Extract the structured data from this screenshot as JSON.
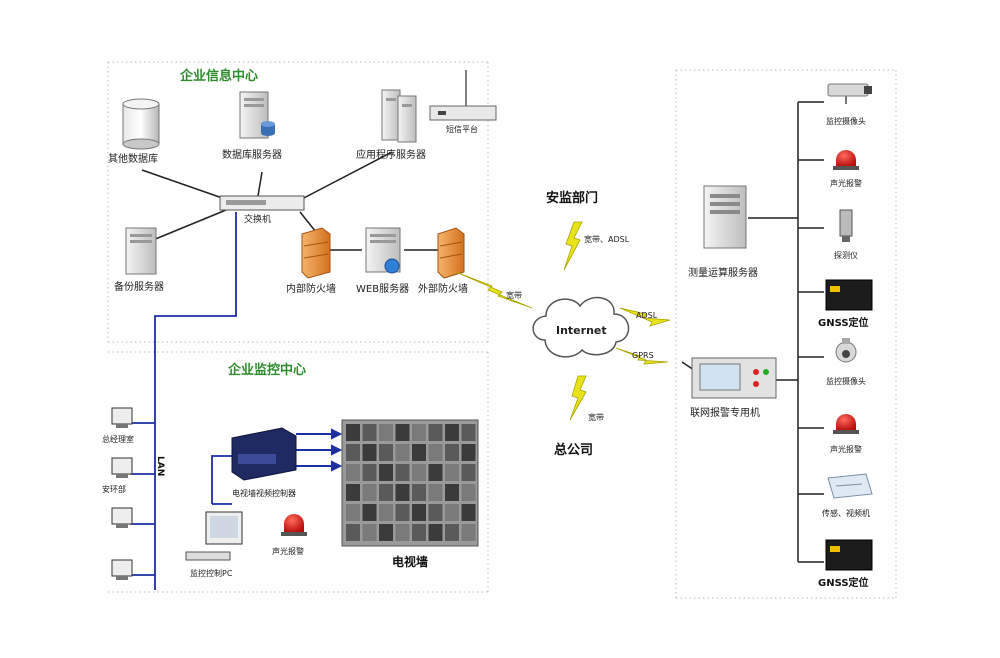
{
  "regions": {
    "info_center": "企业信息中心",
    "monitor_center": "企业监控中心"
  },
  "nodes": {
    "other_db": "其他数据库",
    "db_server": "数据库服务器",
    "app_server": "应用程序服务器",
    "sms_platform": "短信平台",
    "switch": "交换机",
    "backup_server": "备份服务器",
    "inner_firewall": "内部防火墙",
    "web_server": "WEB服务器",
    "outer_firewall": "外部防火墙",
    "internet": "Internet",
    "safety_dept": "安监部门",
    "head_office": "总公司",
    "measure_server": "测量运算服务器",
    "alarm_pc": "联网报警专用机",
    "tv_controller": "电视墙视频控制器",
    "tv_wall": "电视墙",
    "monitor_pc": "监控控制PC",
    "sound_light_alarm_left": "声光报警",
    "lan": "LAN",
    "client_1": "总经理室",
    "client_2": "安环部"
  },
  "links": {
    "broadband_adsl": "宽带、ADSL",
    "broadband_1": "宽带",
    "adsl": "ADSL",
    "gprs": "GPRS",
    "broadband_2": "宽带"
  },
  "field_devices": [
    {
      "label": "监控摄像头",
      "icon": "cctv-camera-icon"
    },
    {
      "label": "声光报警",
      "icon": "siren-icon"
    },
    {
      "label": "探测仪",
      "icon": "detector-icon"
    },
    {
      "label": "GNSS定位",
      "icon": "gnss-receiver-icon"
    },
    {
      "label": "监控摄像头",
      "icon": "dome-camera-icon"
    },
    {
      "label": "声光报警",
      "icon": "siren-icon"
    },
    {
      "label": "传感、视频机",
      "icon": "sensor-icon"
    },
    {
      "label": "GNSS定位",
      "icon": "gnss-receiver-icon"
    }
  ]
}
